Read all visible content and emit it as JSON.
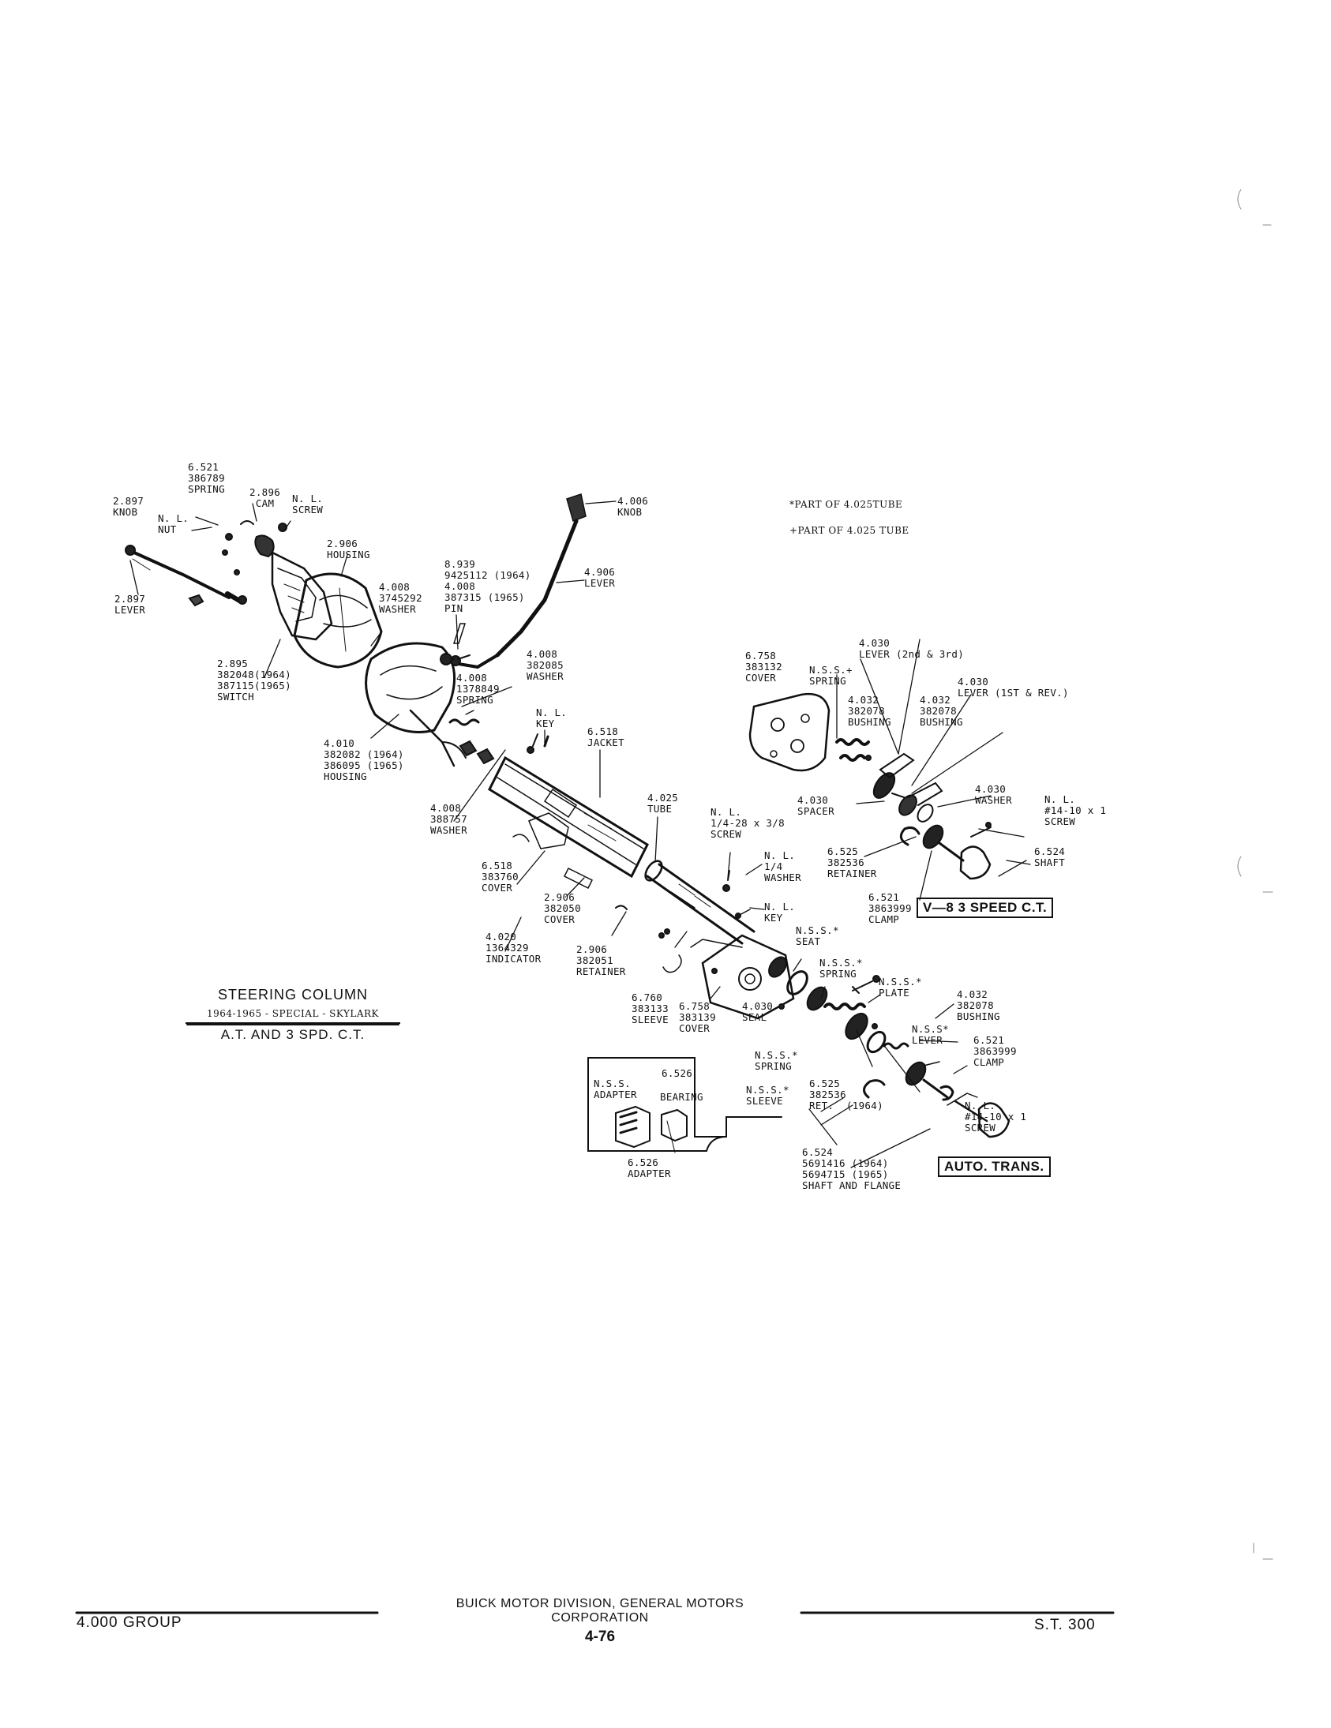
{
  "notes": {
    "note1": "*PART OF 4.025TUBE",
    "note2": "+PART OF 4.025 TUBE"
  },
  "title": {
    "main": "STEERING COLUMN",
    "sub": "1964-1965 - SPECIAL - SKYLARK",
    "variant": "A.T. AND 3 SPD. C.T."
  },
  "boxes": {
    "v8": "V—8 3 SPEED C.T.",
    "auto": "AUTO. TRANS."
  },
  "labels": [
    {
      "id": "l-6521-spring",
      "lines": [
        "6.521",
        "386789",
        "SPRING"
      ]
    },
    {
      "id": "l-2896-cam",
      "lines": [
        "2.896",
        " CAM"
      ]
    },
    {
      "id": "l-nl-screw-top",
      "lines": [
        "N. L.",
        "SCREW"
      ]
    },
    {
      "id": "l-2897-knob",
      "lines": [
        "2.897",
        "KNOB"
      ]
    },
    {
      "id": "l-nl-nut",
      "lines": [
        "N. L.",
        "NUT"
      ]
    },
    {
      "id": "l-2906-housing",
      "lines": [
        "2.906",
        "HOUSING"
      ]
    },
    {
      "id": "l-2897-lever",
      "lines": [
        "2.897",
        "LEVER"
      ]
    },
    {
      "id": "l-4008-washer-a",
      "lines": [
        "4.008",
        "3745292",
        "WASHER"
      ]
    },
    {
      "id": "l-8939-pin",
      "lines": [
        "8.939",
        "9425112 (1964)",
        "4.008",
        "387315 (1965)",
        "PIN"
      ]
    },
    {
      "id": "l-4006-knob",
      "lines": [
        "4.006",
        "KNOB"
      ]
    },
    {
      "id": "l-4906-lever",
      "lines": [
        "4.906",
        "LEVER"
      ]
    },
    {
      "id": "l-2895-switch",
      "lines": [
        "2.895",
        "382048(1964)",
        "387115(1965)",
        "SWITCH"
      ]
    },
    {
      "id": "l-4008-washer-b",
      "lines": [
        "4.008",
        "382085",
        "WASHER"
      ]
    },
    {
      "id": "l-4008-spring",
      "lines": [
        "4.008",
        "1378849",
        "SPRING"
      ]
    },
    {
      "id": "l-nl-key-a",
      "lines": [
        "N. L.",
        "KEY"
      ]
    },
    {
      "id": "l-4010-housing",
      "lines": [
        "4.010",
        "382082 (1964)",
        "386095 (1965)",
        "HOUSING"
      ]
    },
    {
      "id": "l-6518-jacket",
      "lines": [
        "6.518",
        "JACKET"
      ]
    },
    {
      "id": "l-4008-washer-c",
      "lines": [
        "4.008",
        "388757",
        "WASHER"
      ]
    },
    {
      "id": "l-4025-tube",
      "lines": [
        "4.025",
        "TUBE"
      ]
    },
    {
      "id": "l-6518-cover",
      "lines": [
        "6.518",
        "383760",
        "COVER"
      ]
    },
    {
      "id": "l-nl-screw-mid",
      "lines": [
        "N. L.",
        "1/4-28 x 3/8",
        "SCREW"
      ]
    },
    {
      "id": "l-2906-cover",
      "lines": [
        "2.906",
        "382050",
        "COVER"
      ]
    },
    {
      "id": "l-nl-washer",
      "lines": [
        "N. L.",
        "1/4",
        "WASHER"
      ]
    },
    {
      "id": "l-nl-key-b",
      "lines": [
        "N. L.",
        "KEY"
      ]
    },
    {
      "id": "l-4020-indicator",
      "lines": [
        "4.020",
        "1364329",
        "INDICATOR"
      ]
    },
    {
      "id": "l-2906-retainer",
      "lines": [
        "2.906",
        "382051",
        "RETAINER"
      ]
    },
    {
      "id": "l-nss-seat",
      "lines": [
        "N.S.S.*",
        "SEAT"
      ]
    },
    {
      "id": "l-nss-spring-a",
      "lines": [
        "N.S.S.*",
        "SPRING"
      ]
    },
    {
      "id": "l-nss-plate",
      "lines": [
        "N.S.S.*",
        "PLATE"
      ]
    },
    {
      "id": "l-4032-bushing-c",
      "lines": [
        "4.032",
        "382078",
        "BUSHING"
      ]
    },
    {
      "id": "l-6760-sleeve",
      "lines": [
        "6.760",
        "383133",
        "SLEEVE"
      ]
    },
    {
      "id": "l-6758-cover-b",
      "lines": [
        "6.758",
        "383139",
        "COVER"
      ]
    },
    {
      "id": "l-4030-seal",
      "lines": [
        "4.030",
        "SEAL"
      ]
    },
    {
      "id": "l-nss-lever",
      "lines": [
        "N.S.S*",
        "LEVER"
      ]
    },
    {
      "id": "l-6521-clamp-b",
      "lines": [
        "6.521",
        "3863999",
        "CLAMP"
      ]
    },
    {
      "id": "l-6526",
      "lines": [
        "6.526"
      ]
    },
    {
      "id": "l-nss-adapter",
      "lines": [
        "N.S.S.",
        "ADAPTER"
      ]
    },
    {
      "id": "l-bearing",
      "lines": [
        "BEARING"
      ]
    },
    {
      "id": "l-nss-spring-b",
      "lines": [
        "N.S.S.*",
        "SPRING"
      ]
    },
    {
      "id": "l-nss-sleeve",
      "lines": [
        "N.S.S.*",
        "SLEEVE"
      ]
    },
    {
      "id": "l-6525-ret-b",
      "lines": [
        "6.525",
        "382536",
        "RET.  (1964)"
      ]
    },
    {
      "id": "l-nl-screw-bot",
      "lines": [
        "N. L.",
        "#14-10 x 1",
        "SCREW"
      ]
    },
    {
      "id": "l-6526-adapter",
      "lines": [
        "6.526",
        "ADAPTER"
      ]
    },
    {
      "id": "l-6524-shaft-flange",
      "lines": [
        "6.524",
        "5691416 (1964)",
        "5694715 (1965)",
        "SHAFT AND FLANGE"
      ]
    },
    {
      "id": "l-6758-cover-a",
      "lines": [
        "6.758",
        "383132",
        "COVER"
      ]
    },
    {
      "id": "l-nss-spring-c",
      "lines": [
        "N.S.S.+",
        "SPRING"
      ]
    },
    {
      "id": "l-4030-lever-23",
      "lines": [
        "4.030",
        "LEVER (2nd & 3rd)"
      ]
    },
    {
      "id": "l-4030-lever-1r",
      "lines": [
        "4.030",
        "LEVER (1ST & REV.)"
      ]
    },
    {
      "id": "l-4032-bushing-a",
      "lines": [
        "4.032",
        "382078",
        "BUSHING"
      ]
    },
    {
      "id": "l-4032-bushing-b",
      "lines": [
        "4.032",
        "382078",
        "BUSHING"
      ]
    },
    {
      "id": "l-4030-spacer",
      "lines": [
        "4.030",
        "SPACER"
      ]
    },
    {
      "id": "l-4030-washer",
      "lines": [
        "4.030",
        "WASHER"
      ]
    },
    {
      "id": "l-nl-screw-right",
      "lines": [
        "N. L.",
        "#14-10 x 1",
        "SCREW"
      ]
    },
    {
      "id": "l-6525-retainer",
      "lines": [
        "6.525",
        "382536",
        "RETAINER"
      ]
    },
    {
      "id": "l-6524-shaft",
      "lines": [
        "6.524",
        "SHAFT"
      ]
    },
    {
      "id": "l-6521-clamp-a",
      "lines": [
        "6.521",
        "3863999",
        "CLAMP"
      ]
    }
  ],
  "footer": {
    "left": "4.000 GROUP",
    "company": "BUICK MOTOR DIVISION, GENERAL MOTORS CORPORATION",
    "page": "4-76",
    "right": "S.T. 300"
  }
}
